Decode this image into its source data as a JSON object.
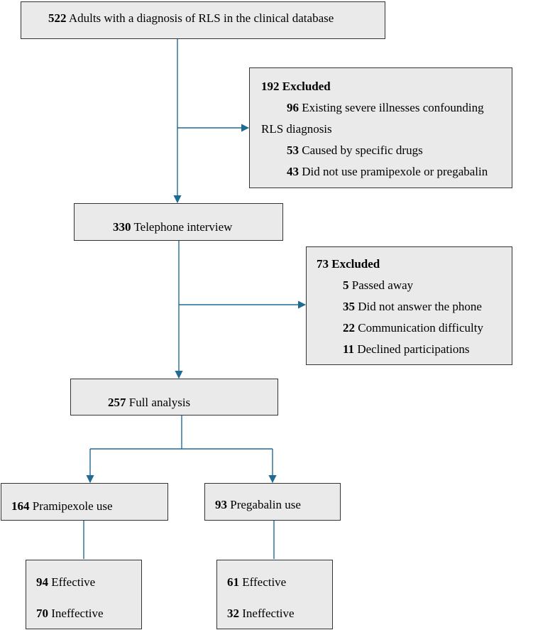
{
  "flow": {
    "database": {
      "n": "522",
      "text": "Adults with a diagnosis of RLS in the clinical database"
    },
    "excluded1": {
      "n": "192",
      "title": "Excluded",
      "reasons": [
        {
          "n": "96",
          "text": "Existing severe illnesses confounding",
          "cont": "RLS diagnosis"
        },
        {
          "n": "53",
          "text": "Caused by specific drugs"
        },
        {
          "n": "43",
          "text": "Did not use pramipexole or pregabalin"
        }
      ]
    },
    "interview": {
      "n": "330",
      "text": "Telephone interview"
    },
    "excluded2": {
      "n": "73",
      "title": "Excluded",
      "reasons": [
        {
          "n": "5",
          "text": "Passed away"
        },
        {
          "n": "35",
          "text": "Did not answer the phone"
        },
        {
          "n": "22",
          "text": "Communication difficulty"
        },
        {
          "n": "11",
          "text": "Declined participations"
        }
      ]
    },
    "analysis": {
      "n": "257",
      "text": "Full analysis"
    },
    "pramipexole": {
      "n": "164",
      "text": "Pramipexole use",
      "outcomes": [
        {
          "n": "94",
          "text": "Effective"
        },
        {
          "n": "70",
          "text": "Ineffective"
        }
      ]
    },
    "pregabalin": {
      "n": "93",
      "text": "Pregabalin use",
      "outcomes": [
        {
          "n": "61",
          "text": "Effective"
        },
        {
          "n": "32",
          "text": "Ineffective"
        }
      ]
    }
  },
  "colors": {
    "box_fill": "#eaeaea",
    "arrow": "#1f6b94"
  }
}
